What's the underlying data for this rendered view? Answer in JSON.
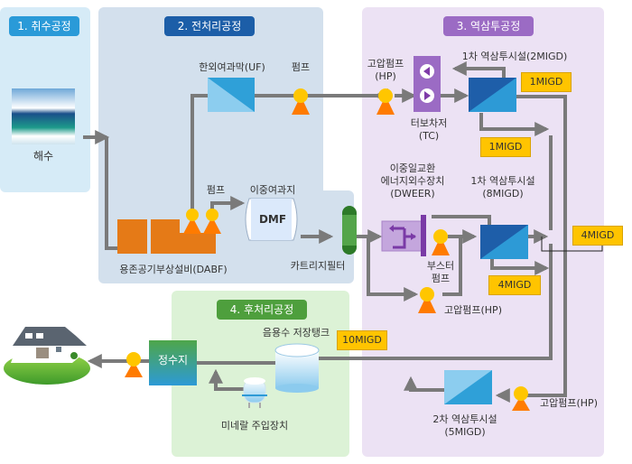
{
  "stages": [
    {
      "label": "1. 취수공정",
      "color": "#2a9ad8"
    },
    {
      "label": "2. 전처리공정",
      "color": "#1c5ea8"
    },
    {
      "label": "3. 역삼투공정",
      "color": "#9b6bc4"
    },
    {
      "label": "4. 후처리공정",
      "color": "#4e9f3d"
    }
  ],
  "intake": {
    "seawater": "해수"
  },
  "pretreatment": {
    "uf": "한외여과막(UF)",
    "uf_pump": "펌프",
    "dabf_pump": "펌프",
    "dmf_title": "이중여과지",
    "dmf": "DMF",
    "dabf": "용존공기부상설비(DABF)",
    "cartridge": "카트리지필터"
  },
  "ro": {
    "hp1_line1": "고압펌프",
    "hp1_line2": "(HP)",
    "tc_line1": "터보차저",
    "tc_line2": "(TC)",
    "ro1_small": "1차 역삼투시설(2MIGD)",
    "tag_1migd_a": "1MIGD",
    "tag_1migd_b": "1MIGD",
    "dweer_line1": "이중일교환",
    "dweer_line2": "에너지외수장치",
    "dweer_line3": "(DWEER)",
    "ro1_large_line1": "1차 역삼투시설",
    "ro1_large_line2": "(8MIGD)",
    "booster_line1": "부스터",
    "booster_line2": "펌프",
    "hp2": "고압펌프(HP)",
    "tag_4migd_a": "4MIGD",
    "tag_4migd_b": "4MIGD",
    "hp3": "고압펌프(HP)",
    "ro2_line1": "2차 역삼투시설",
    "ro2_line2": "(5MIGD)"
  },
  "posttreatment": {
    "tank": "음용수 저장탱크",
    "tag_10migd": "10MIGD",
    "reservoir": "정수지",
    "mineral": "미네랄 주입장치"
  },
  "colors": {
    "line": "#7a7a7a",
    "pump_head": "#ffc600",
    "pump_base": "#ff7b00",
    "dabf": "#e57a17",
    "tag": "#ffc400"
  }
}
